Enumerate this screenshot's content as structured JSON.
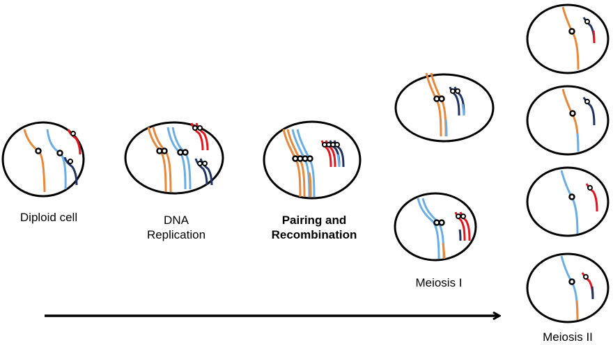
{
  "colors": {
    "orange": "#e8883a",
    "light_blue": "#6aaee6",
    "red": "#e8141c",
    "navy": "#1e3264",
    "outline": "#000000"
  },
  "labels": {
    "diploid": "Diploid cell",
    "dna_line1": "DNA",
    "dna_line2": "Replication",
    "pairing_line1": "Pairing and",
    "pairing_line2": "Recombination",
    "meiosis1": "Meiosis I",
    "meiosis2": "Meiosis II"
  }
}
